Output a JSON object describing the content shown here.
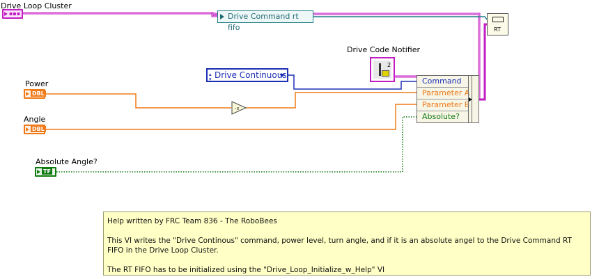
{
  "controls": {
    "drive_loop_cluster": {
      "label": "Drive Loop Cluster",
      "terminal_text": "▪▪▪"
    },
    "power": {
      "label": "Power",
      "terminal_text": "DBL"
    },
    "angle": {
      "label": "Angle",
      "terminal_text": "DBL"
    },
    "absolute_angle": {
      "label": "Absolute Angle?",
      "terminal_text": "TF"
    }
  },
  "unbundle": {
    "element": "Drive Command rt fifo"
  },
  "notifier": {
    "label": "Drive Code Notifier",
    "badge": "2"
  },
  "enum_constant": {
    "value": "Drive Continuous"
  },
  "bundle_by_name": {
    "rows": [
      "Command",
      "Parameter A",
      "Parameter B",
      "Absolute?"
    ]
  },
  "rt_write": {
    "label": "RT"
  },
  "help": {
    "line1": "Help written by FRC Team 836 - The RoboBees",
    "line2": "This VI writes the \"Drive Continous\" command, power level, turn angle, and if it is an absolute angel to the Drive Command RT FIFO in the Drive Loop Cluster.",
    "line3": "The RT FIFO has to be initialized using the \"Drive_Loop_Initialize_w_Help\" VI"
  },
  "colors": {
    "cluster_wire": "#c21cc2",
    "double_wire": "#f07a18",
    "bool_wire": "#127a12",
    "enum_wire": "#1d2fb5",
    "fifo_wire": "#1f7f86"
  }
}
